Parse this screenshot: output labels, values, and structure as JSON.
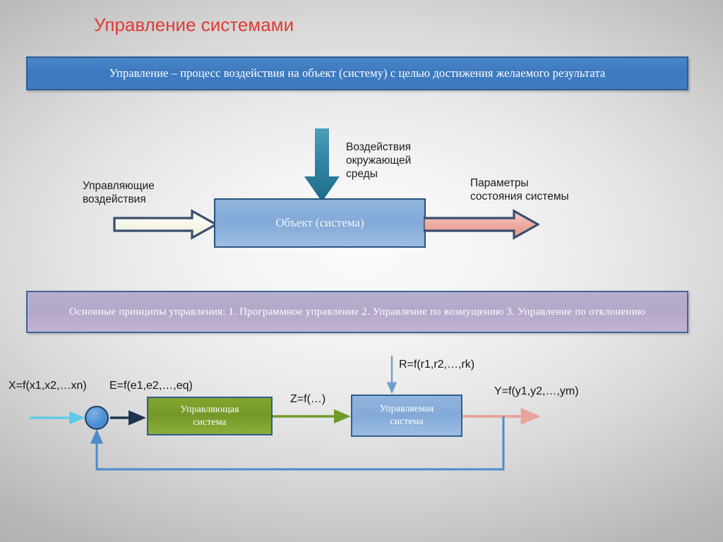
{
  "slide": {
    "title": "Управление системами",
    "title_color": "#e03a35",
    "background_color": "#b4b4b4"
  },
  "definition_banner": {
    "text": "Управление – процесс воздействия на объект (систему) с целью достижения желаемого результата",
    "fill_color": "#3f7cc0",
    "border_color": "#2e5f92",
    "text_color": "#ffffff"
  },
  "top_diagram": {
    "object_box": {
      "label": "Объект (система)",
      "fill_color": "#8cb1db",
      "border_color": "#28527e"
    },
    "label_control_actions_line1": "Управляющие",
    "label_control_actions_line2": "воздействия",
    "label_environment_line1": "Воздействия",
    "label_environment_line2": "окружающей",
    "label_environment_line3": "среды",
    "label_state_params_line1": "Параметры",
    "label_state_params_line2": "состояния системы",
    "arrow_control_name": "block-arrow-right-white",
    "arrow_control_fill": "#f2f2e4",
    "arrow_environment_name": "block-arrow-down-teal",
    "arrow_environment_fill": "#2e7f99",
    "arrow_output_name": "block-arrow-right-pink",
    "arrow_output_fill": "#eeb0a7",
    "arrow_outline": "#3a4f6e"
  },
  "principles_banner": {
    "text": "Основные принципы управления:  1. Программное управление   2. Управление по возмущению  3. Управление по отклонению",
    "fill_color": "#b6aacb",
    "border_color": "#3f6593",
    "text_color": "#ffffff"
  },
  "bottom_diagram": {
    "controlling_box": {
      "line1": "Управляющая",
      "line2": "система",
      "fill_color": "#7a9e2c",
      "border_color": "#2e5f8f"
    },
    "controlled_box": {
      "line1": "Управляемая",
      "line2": "система",
      "fill_color": "#8cb1db",
      "border_color": "#2e5f8f"
    },
    "formulas": {
      "input_x": "X=f(x1,x2,…xn)",
      "error_e": "E=f(e1,e2,…,eq)",
      "control_z": "Z=f(…)",
      "disturbance_r": "R=f(r1,r2,…,rk)",
      "output_y": "Y=f(y1,y2,…,ym)"
    },
    "wire_colors": {
      "input": "#5fc8e8",
      "error": "#1f3250",
      "control": "#6f9c2a",
      "disturbance": "#6f9ec9",
      "output": "#e8a49c",
      "feedback": "#4a8cc8"
    },
    "summing_junction_name": "summing-junction-circle"
  }
}
